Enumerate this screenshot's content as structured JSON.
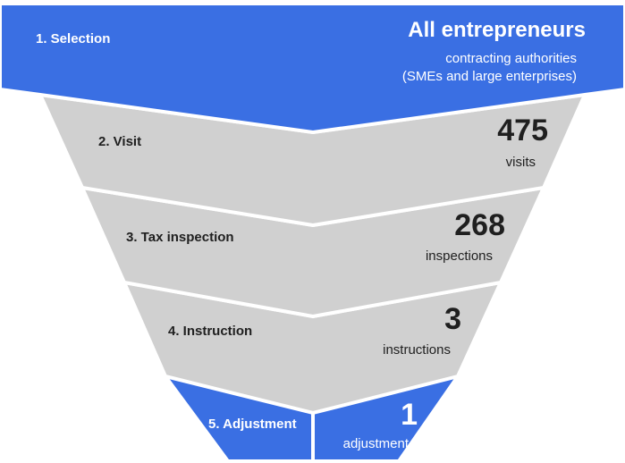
{
  "colors": {
    "blue": "#3a6fe3",
    "gray": "#d0d0d0",
    "dark_text": "#1f1f1f",
    "light_text": "#ffffff"
  },
  "stages": [
    {
      "step_label": "1. Selection",
      "value": "All entrepreneurs",
      "description_line1": "contracting authorities",
      "description_line2": "(SMEs and large enterprises)"
    },
    {
      "step_label": "2. Visit",
      "value": "475",
      "unit": "visits"
    },
    {
      "step_label": "3. Tax inspection",
      "value": "268",
      "unit": "inspections"
    },
    {
      "step_label": "4. Instruction",
      "value": "3",
      "unit": "instructions"
    },
    {
      "step_label": "5. Adjustment",
      "value": "1",
      "unit": "adjustment"
    }
  ]
}
